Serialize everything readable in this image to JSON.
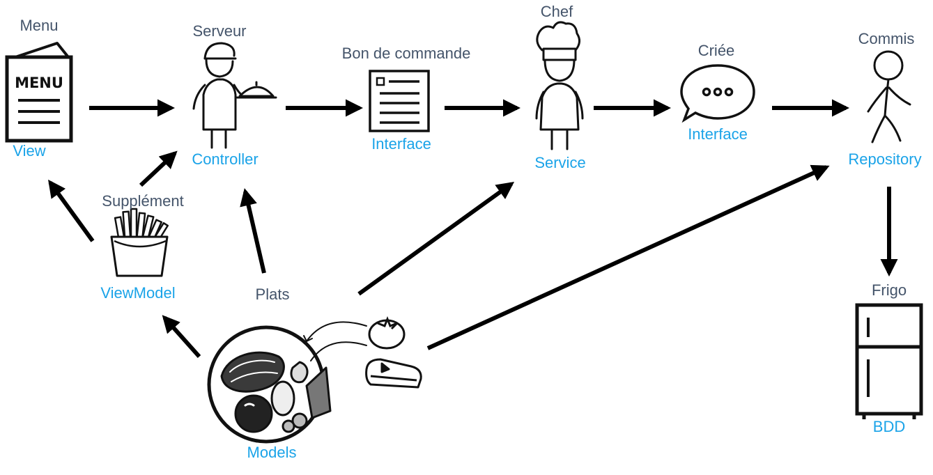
{
  "colors": {
    "role_label": "#44546A",
    "tech_label": "#1AA3E8",
    "arrow": "#000000",
    "ink": "#111111"
  },
  "nodes": {
    "menu": {
      "role": "Menu",
      "tech": "View",
      "icon": "menu-card-icon"
    },
    "serveur": {
      "role": "Serveur",
      "tech": "Controller",
      "icon": "waiter-icon"
    },
    "bon": {
      "role": "Bon de commande",
      "tech": "Interface",
      "icon": "order-slip-icon"
    },
    "chef": {
      "role": "Chef",
      "tech": "Service",
      "icon": "chef-icon"
    },
    "criee": {
      "role": "Criée",
      "tech": "Interface",
      "icon": "speech-bubble-icon"
    },
    "commis": {
      "role": "Commis",
      "tech": "Repository",
      "icon": "stick-figure-icon"
    },
    "supplement": {
      "role": "Supplément",
      "tech": "ViewModel",
      "icon": "fries-icon"
    },
    "plats": {
      "role": "Plats",
      "tech": "Models",
      "icon": "food-plate-icon"
    },
    "frigo": {
      "role": "Frigo",
      "tech": "BDD",
      "icon": "fridge-icon"
    }
  },
  "edges": [
    {
      "from": "Menu",
      "to": "Serveur"
    },
    {
      "from": "Serveur",
      "to": "Bon de commande"
    },
    {
      "from": "Bon de commande",
      "to": "Chef"
    },
    {
      "from": "Chef",
      "to": "Criée"
    },
    {
      "from": "Criée",
      "to": "Commis"
    },
    {
      "from": "Commis",
      "to": "Frigo"
    },
    {
      "from": "Supplément",
      "to": "Menu"
    },
    {
      "from": "Supplément",
      "to": "Serveur"
    },
    {
      "from": "Plats",
      "to": "Supplément"
    },
    {
      "from": "Plats",
      "to": "Serveur"
    },
    {
      "from": "Plats",
      "to": "Chef"
    },
    {
      "from": "Plats",
      "to": "Commis"
    }
  ]
}
